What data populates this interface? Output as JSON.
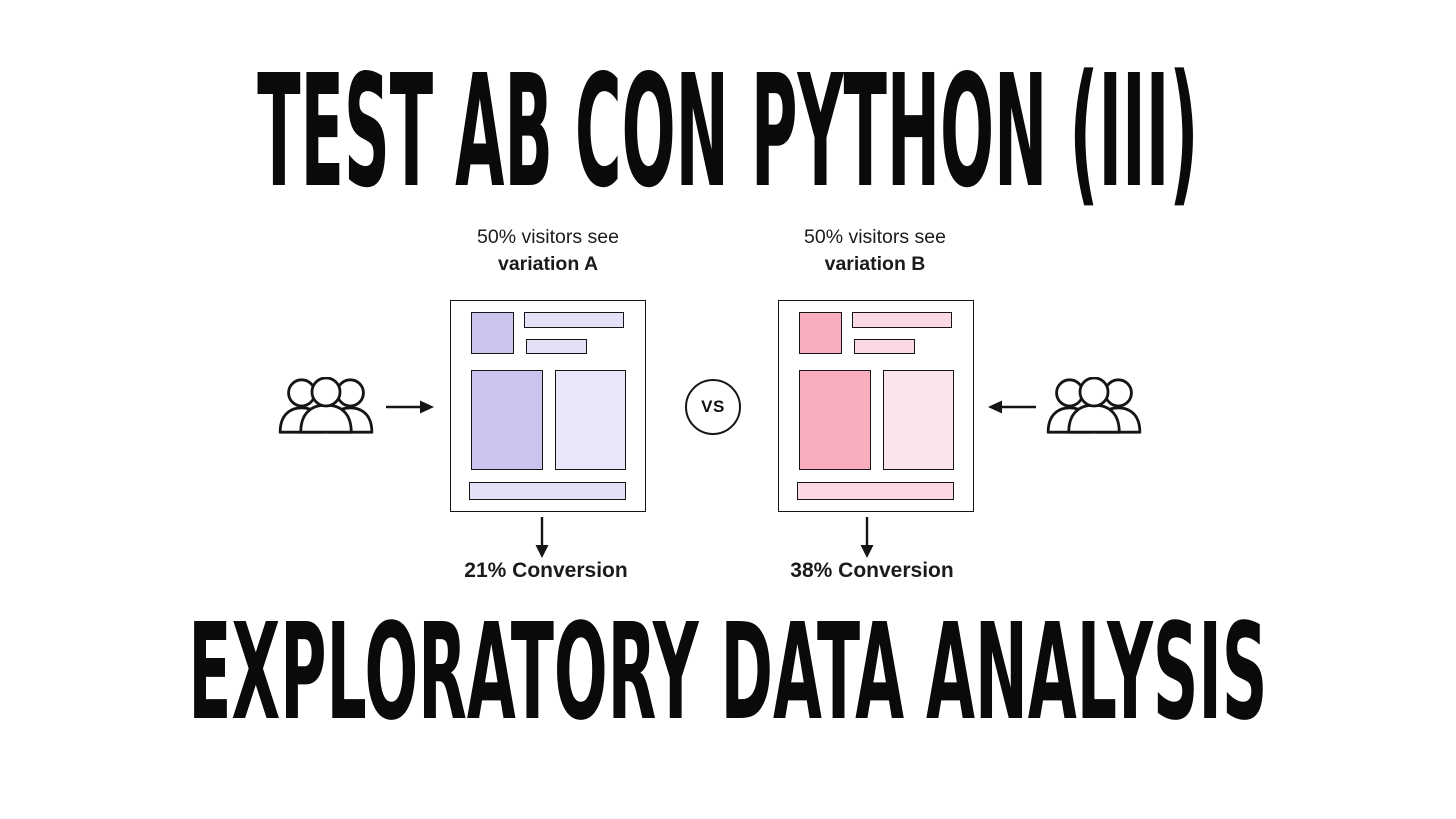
{
  "slide": {
    "top_title": "TEST AB CON PYTHON (III)",
    "bottom_title": "EXPLORATORY DATA ANALYSIS",
    "vs_label": "VS",
    "variant_a": {
      "caption_line1": "50% visitors see",
      "caption_line2": "variation A",
      "conversion": "21% Conversion"
    },
    "variant_b": {
      "caption_line1": "50% visitors see",
      "caption_line2": "variation B",
      "conversion": "38% Conversion"
    }
  },
  "icons": {
    "audience": "people-group-icon",
    "flow_right": "arrow-right-icon",
    "flow_left": "arrow-left-icon",
    "result": "arrow-down-icon",
    "versus": "vs-badge"
  },
  "colors": {
    "ink": "#151515",
    "a_strong": "#cbc5ed",
    "a_light": "#e4e1f6",
    "a_lighter": "#e9e6f9",
    "b_strong": "#f8aebd",
    "b_light": "#fbd9e3",
    "b_lighter": "#fce4eb"
  }
}
